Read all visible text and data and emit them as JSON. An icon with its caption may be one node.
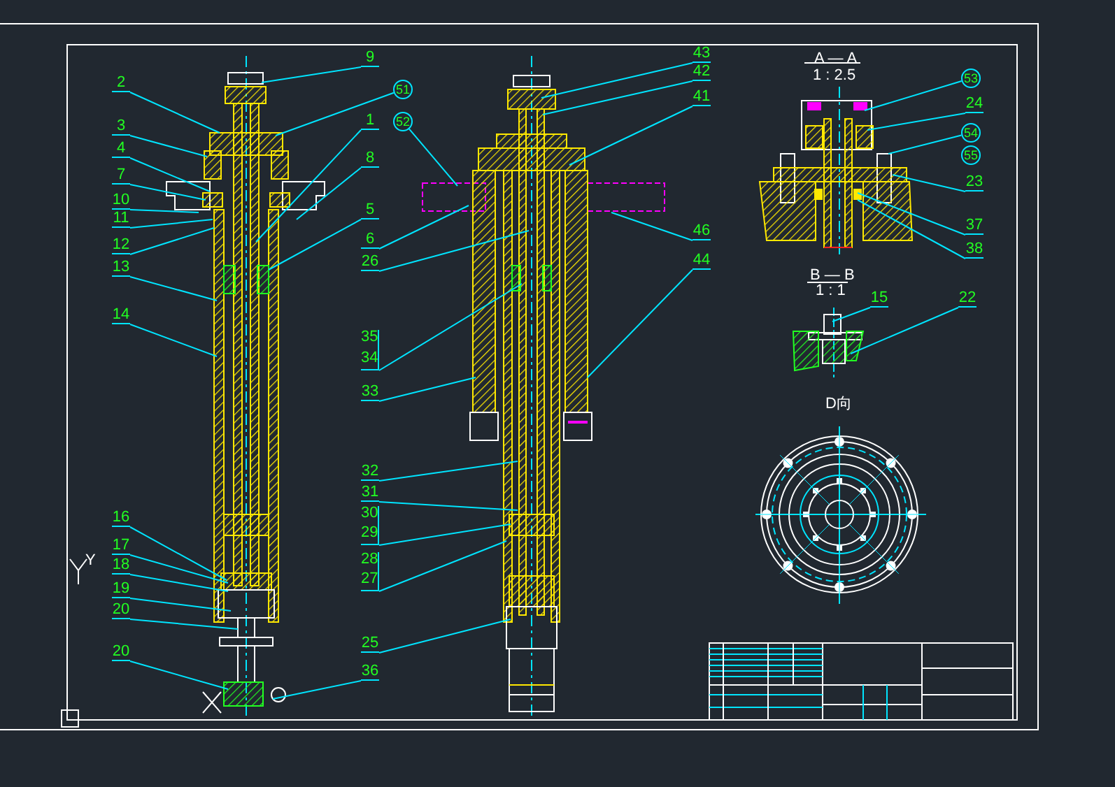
{
  "diagram": {
    "nodes": [
      {
        "text": [
          "2"
        ]
      },
      {
        "text": [
          "3"
        ]
      },
      {
        "text": [
          "4"
        ]
      },
      {
        "text": [
          "7"
        ]
      },
      {
        "text": [
          "10"
        ]
      },
      {
        "text": [
          "11"
        ]
      },
      {
        "text": [
          "12"
        ]
      },
      {
        "text": [
          "13"
        ]
      },
      {
        "text": [
          "14"
        ]
      },
      {
        "text": [
          "16"
        ]
      },
      {
        "text": [
          "17"
        ]
      },
      {
        "text": [
          "18"
        ]
      },
      {
        "text": [
          "19"
        ]
      },
      {
        "text": [
          "20"
        ]
      },
      {
        "text": [
          "20"
        ]
      },
      {
        "text": [
          "9"
        ]
      },
      {
        "text": [
          "51"
        ]
      },
      {
        "text": [
          "1"
        ]
      },
      {
        "text": [
          "52"
        ]
      },
      {
        "text": [
          "8"
        ]
      },
      {
        "text": [
          "5"
        ]
      },
      {
        "text": [
          "6"
        ]
      },
      {
        "text": [
          "26"
        ]
      },
      {
        "text": [
          "35",
          "34"
        ]
      },
      {
        "text": [
          "33"
        ]
      },
      {
        "text": [
          "32"
        ]
      },
      {
        "text": [
          "31"
        ]
      },
      {
        "text": [
          "30",
          "29"
        ]
      },
      {
        "text": [
          "28",
          "27"
        ]
      },
      {
        "text": [
          "25"
        ]
      },
      {
        "text": [
          "36"
        ]
      },
      {
        "text": [
          "43"
        ]
      },
      {
        "text": [
          "42"
        ]
      },
      {
        "text": [
          "41"
        ]
      },
      {
        "text": [
          "46"
        ]
      },
      {
        "text": [
          "44"
        ]
      },
      {
        "text": [
          "53"
        ]
      },
      {
        "text": [
          "24"
        ]
      },
      {
        "text": [
          "54"
        ]
      },
      {
        "text": [
          "55"
        ]
      },
      {
        "text": [
          "23"
        ]
      },
      {
        "text": [
          "37"
        ]
      },
      {
        "text": [
          "38"
        ]
      },
      {
        "text": [
          "15"
        ]
      },
      {
        "text": [
          "22"
        ]
      },
      {
        "text": [],
        "shape": "picture",
        "beside": [
          "A — A",
          "1 : 2.5"
        ]
      },
      {
        "text": [],
        "shape": "picture",
        "beside": [
          "B — B",
          "1 : 1"
        ]
      }
    ],
    "edges": [
      {
        "from": 0,
        "to": null,
        "arrow": "none"
      },
      {
        "from": 1,
        "to": null,
        "arrow": "none"
      },
      {
        "from": 2,
        "to": null,
        "arrow": "none"
      },
      {
        "from": 3,
        "to": null,
        "arrow": "none"
      },
      {
        "from": 4,
        "to": null,
        "arrow": "none"
      },
      {
        "from": 5,
        "to": null,
        "arrow": "none"
      },
      {
        "from": 6,
        "to": null,
        "arrow": "none"
      },
      {
        "from": 7,
        "to": null,
        "arrow": "none"
      },
      {
        "from": 8,
        "to": null,
        "arrow": "none"
      },
      {
        "from": 9,
        "to": null,
        "arrow": "none"
      },
      {
        "from": 10,
        "to": null,
        "arrow": "none"
      },
      {
        "from": 11,
        "to": null,
        "arrow": "none"
      },
      {
        "from": 12,
        "to": null,
        "arrow": "none"
      },
      {
        "from": 13,
        "to": null,
        "arrow": "none"
      },
      {
        "from": 14,
        "to": null,
        "arrow": "none"
      },
      {
        "from": 15,
        "to": null,
        "arrow": "none"
      },
      {
        "from": 16,
        "to": null,
        "arrow": "none"
      },
      {
        "from": 17,
        "to": null,
        "arrow": "none"
      },
      {
        "from": 18,
        "to": null,
        "arrow": "none"
      },
      {
        "from": 19,
        "to": null,
        "arrow": "none"
      },
      {
        "from": 20,
        "to": null,
        "arrow": "none"
      },
      {
        "from": 21,
        "to": null,
        "arrow": "none"
      },
      {
        "from": 22,
        "to": null,
        "arrow": "none"
      },
      {
        "from": 23,
        "to": null,
        "arrow": "none"
      },
      {
        "from": 24,
        "to": null,
        "arrow": "none"
      },
      {
        "from": 25,
        "to": null,
        "arrow": "none"
      },
      {
        "from": 26,
        "to": null,
        "arrow": "none"
      },
      {
        "from": 27,
        "to": null,
        "arrow": "none"
      },
      {
        "from": 28,
        "to": null,
        "arrow": "none"
      },
      {
        "from": 29,
        "to": null,
        "arrow": "none"
      },
      {
        "from": 30,
        "to": null,
        "arrow": "none"
      },
      {
        "from": 31,
        "to": null,
        "arrow": "none"
      },
      {
        "from": 32,
        "to": null,
        "arrow": "none"
      },
      {
        "from": 33,
        "to": null,
        "arrow": "none"
      },
      {
        "from": 34,
        "to": null,
        "arrow": "none"
      },
      {
        "from": 35,
        "to": null,
        "arrow": "none"
      },
      {
        "from": 36,
        "to": 45,
        "arrow": "none"
      },
      {
        "from": 37,
        "to": 45,
        "arrow": "none"
      },
      {
        "from": 38,
        "to": 45,
        "arrow": "none"
      },
      {
        "from": 40,
        "to": 45,
        "arrow": "none"
      },
      {
        "from": 41,
        "to": 45,
        "arrow": "none"
      },
      {
        "from": 42,
        "to": 45,
        "arrow": "none"
      },
      {
        "from": 43,
        "to": 46,
        "arrow": "none"
      },
      {
        "from": 44,
        "to": 46,
        "arrow": "none"
      }
    ],
    "labels": [
      "D向",
      "Y"
    ]
  }
}
